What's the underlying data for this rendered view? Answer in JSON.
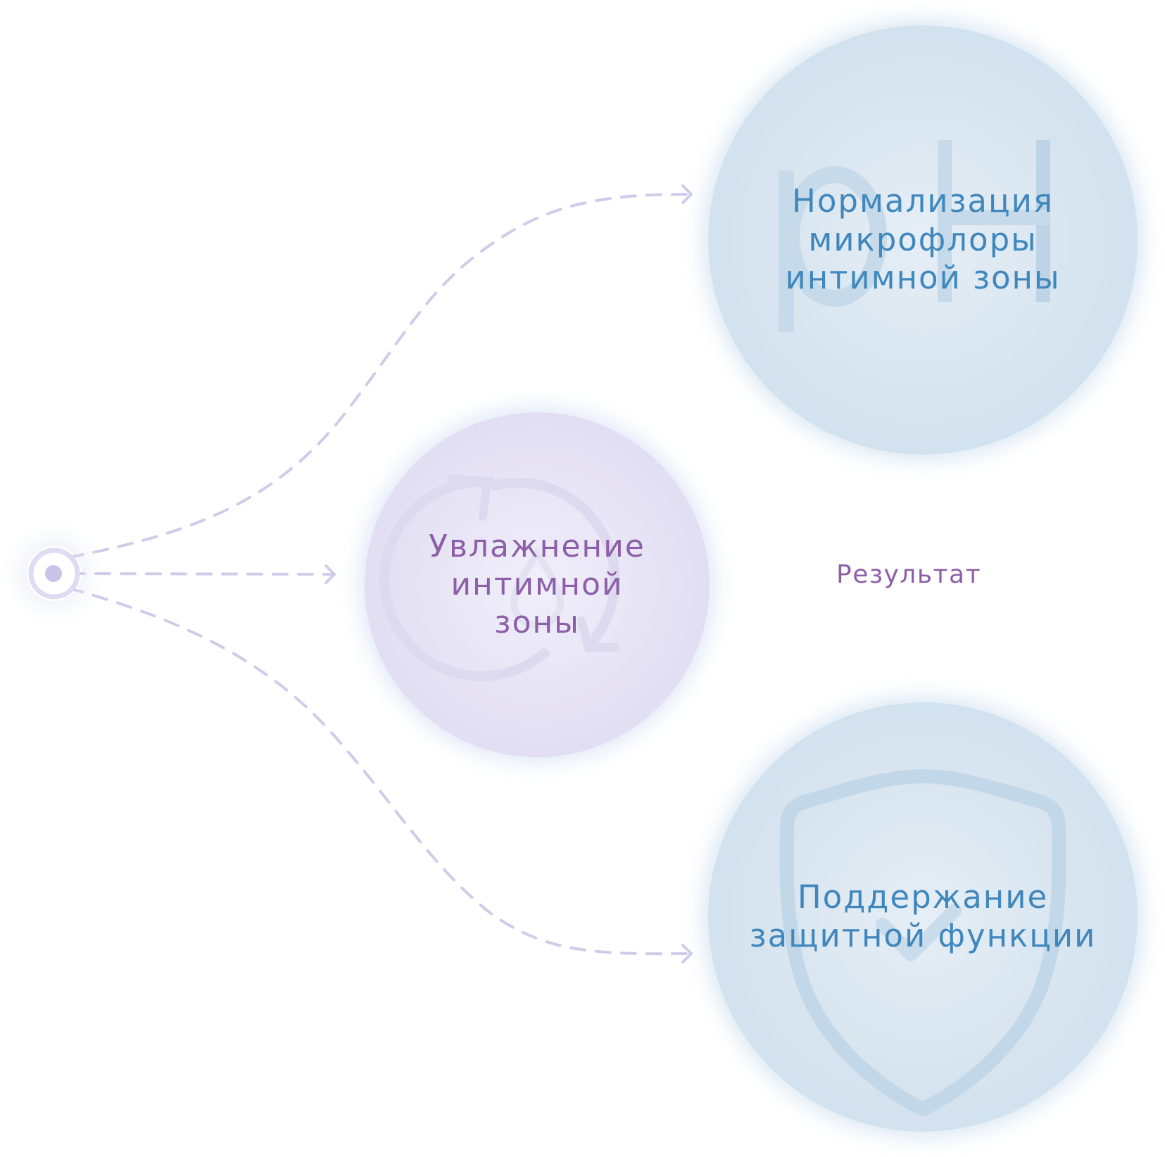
{
  "diagram": {
    "title": "Результат",
    "colors": {
      "connector": "#cfcbe9",
      "origin_ring": "#dedbf2",
      "origin_dot": "#c8c4e8",
      "blue_text": "#3f87bd",
      "purple_text": "#8d5fa8",
      "blue_icon": "#bcd4e6",
      "purple_icon": "#ddd9ee"
    },
    "origin": {
      "icon": "origin-node-icon"
    },
    "nodes": [
      {
        "id": "microflora",
        "label_lines": [
          "Нормализация",
          "микрофлоры",
          "интимной зоны"
        ],
        "icon": "ph-icon",
        "icon_text": "pH",
        "theme": "blue"
      },
      {
        "id": "moisturizing",
        "label_lines": [
          "Увлажнение",
          "интимной",
          "зоны"
        ],
        "icon": "water-cycle-icon",
        "theme": "purple"
      },
      {
        "id": "protection",
        "label_lines": [
          "Поддержание",
          "защитной функции"
        ],
        "icon": "shield-check-icon",
        "theme": "blue"
      }
    ],
    "edges": [
      {
        "from": "origin",
        "to": "microflora",
        "style": "dashed-arrow"
      },
      {
        "from": "origin",
        "to": "moisturizing",
        "style": "dashed-arrow"
      },
      {
        "from": "origin",
        "to": "protection",
        "style": "dashed-arrow"
      }
    ]
  }
}
